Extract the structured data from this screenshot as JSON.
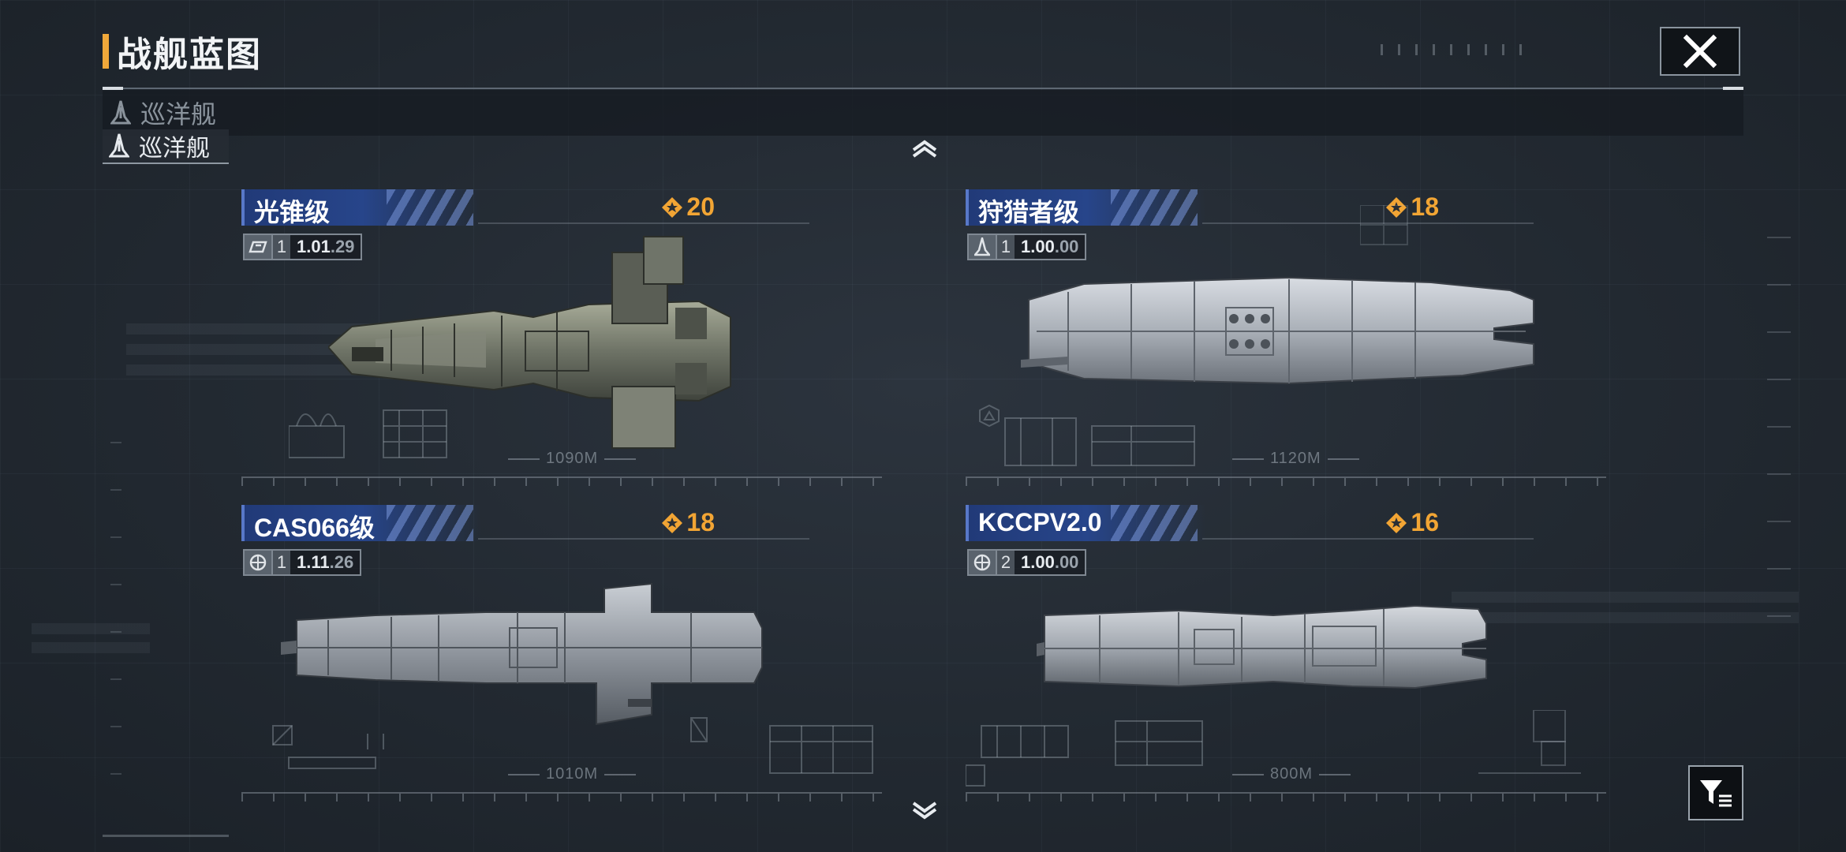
{
  "header": {
    "title": "战舰蓝图",
    "close_label": "✕"
  },
  "category": {
    "header_label": "巡洋舰",
    "active_label": "巡洋舰"
  },
  "colors": {
    "accent_orange": "#f0a83a",
    "cost_color": "#f2a534",
    "card_header_blue": "#27458a"
  },
  "cards": [
    {
      "name": "光锥级",
      "cost": "20",
      "tier": "1",
      "version_main": "1.01",
      "version_sub": ".29",
      "length": "1090M",
      "version_icon": "emblem-icon"
    },
    {
      "name": "狩猎者级",
      "cost": "18",
      "tier": "1",
      "version_main": "1.00",
      "version_sub": ".00",
      "length": "1120M",
      "version_icon": "rocket-icon"
    },
    {
      "name": "CAS066级",
      "cost": "18",
      "tier": "1",
      "version_main": "1.11",
      "version_sub": ".26",
      "length": "1010M",
      "version_icon": "globe-icon"
    },
    {
      "name": "KCCPV2.0",
      "cost": "16",
      "tier": "2",
      "version_main": "1.00",
      "version_sub": ".00",
      "length": "800M",
      "version_icon": "globe-icon"
    }
  ],
  "icons": {
    "close": "close-icon",
    "filter": "filter-icon",
    "scroll_up": "chevron-up-icon",
    "scroll_down": "chevron-down-icon",
    "cost": "cost-emblem-icon",
    "category": "cruiser-icon"
  }
}
